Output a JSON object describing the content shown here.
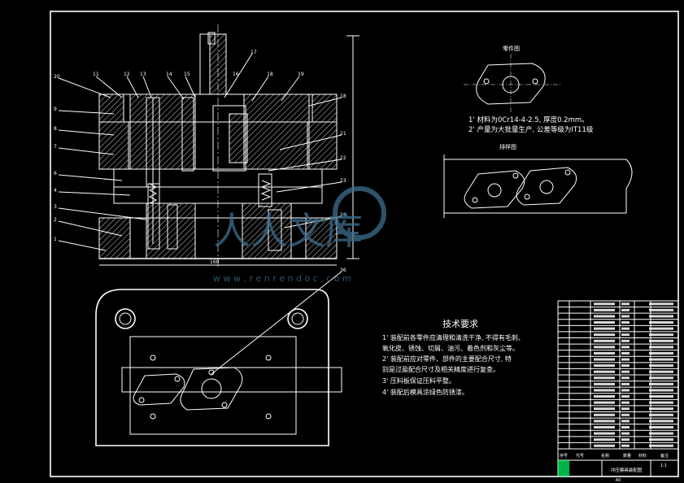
{
  "part_drawing": {
    "title": "零件图",
    "notes": [
      "1' 材料为0Cr14-4-2.5, 厚度0.2mm。",
      "2' 产量为大批量生产, 公差等级为IT11级"
    ]
  },
  "layout_drawing": {
    "title": "排样图"
  },
  "tech_requirements": {
    "title": "技术要求",
    "lines": [
      "1' 装配前各零件应清理和清洗干净, 不得有毛刺、",
      "氧化皮、锈蚀、切屑、油污、着色剂和灰尘等。",
      "2' 装配前应对零件、部件的主要配合尺寸, 特",
      "别是过盈配合尺寸及相关精度进行复查。",
      "3' 压料板保证压料平整。",
      "4' 装配后模具涂绿色防锈漆。"
    ]
  },
  "callouts": {
    "left": [
      "20",
      "9",
      "8",
      "7",
      "6",
      "4",
      "3",
      "2",
      "1"
    ],
    "top": [
      "11",
      "12",
      "13",
      "14",
      "15",
      "16",
      "17",
      "18",
      "19"
    ],
    "right": [
      "18",
      "21",
      "22",
      "23",
      "24"
    ],
    "bottom_dim": "160",
    "side_dim": "36"
  },
  "title_block": {
    "headers": [
      "序号",
      "代号",
      "名称",
      "数量",
      "材料",
      "备注"
    ],
    "drawing_name": "冲压模具装配图",
    "scale": "1:1",
    "sheet": "A0"
  },
  "watermark": {
    "text": "人人文库",
    "url": "w w w . r e n r e n d o c . c o m"
  }
}
